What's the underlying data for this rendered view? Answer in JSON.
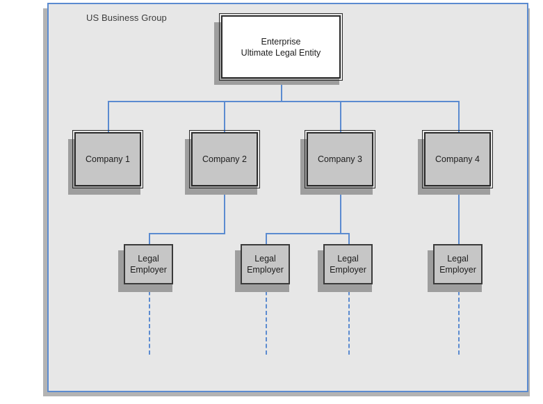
{
  "diagram": {
    "title": "US Business Group",
    "type": "organization-hierarchy",
    "colors": {
      "frame_border": "#5b8bd0",
      "frame_fill": "#e7e7e7",
      "connector": "#5b8bd0",
      "node_border": "#2b2b2b",
      "node_fill_gray": "#c6c6c6",
      "node_fill_white": "#ffffff",
      "shadow": "#9e9e9e",
      "text": "#1c1c1c"
    },
    "nodes": {
      "enterprise": {
        "line1": "Enterprise",
        "line2": "Ultimate Legal Entity"
      },
      "companies": [
        {
          "label": "Company 1"
        },
        {
          "label": "Company 2"
        },
        {
          "label": "Company 3"
        },
        {
          "label": "Company 4"
        }
      ],
      "legal_employers": [
        {
          "line1": "Legal",
          "line2": "Employer"
        },
        {
          "line1": "Legal",
          "line2": "Employer"
        },
        {
          "line1": "Legal",
          "line2": "Employer"
        },
        {
          "line1": "Legal",
          "line2": "Employer"
        }
      ]
    }
  }
}
